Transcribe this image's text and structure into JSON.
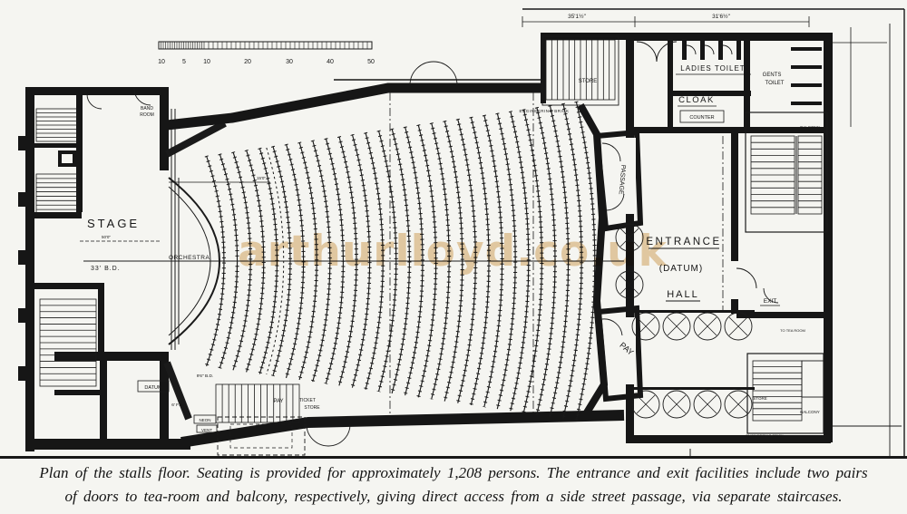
{
  "watermark": "arthurlloyd.co.uk",
  "caption": {
    "line1": "Plan of the stalls floor.  Seating is provided for approximately 1,208 persons.  The entrance and exit facilities include two pairs",
    "line2": "of doors to tea-room and balcony, respectively, giving direct access from a side street passage, via separate staircases."
  },
  "scale_bar": {
    "labels": [
      "10",
      "5",
      "10",
      "20",
      "30",
      "40",
      "50"
    ]
  },
  "labels": {
    "stage": "STAGE",
    "stage_depth": "33' B.D.",
    "stage_dim": "50'0\"",
    "orchestra": "ORCHESTRA",
    "band_room_line1": "BAND",
    "band_room_line2": "ROOM",
    "store_top": "STORE",
    "eng_brick_top": "ENGINEERING BRICK",
    "eng_brick_bottom": "ENGINEERING BRICK",
    "passage": "PASSAGE",
    "pay_box_office": "PAY",
    "pay_left": "PAY",
    "ticket_line1": "TICKET",
    "ticket_line2": "STORE",
    "entrance": "ENTRANCE",
    "datum": "(DATUM)",
    "hall": "HALL",
    "ladies_toilet": "LADIES TOILET",
    "cloak": "CLOAK",
    "counter": "COUNTER",
    "gents_line1": "GENTS",
    "gents_line2": "TOILET",
    "exit": "EXIT",
    "balcony_upper": "BALCONY",
    "to_tea_room": "TO TEA ROOM",
    "store_right": "STORE",
    "balcony_lower": "BALCONY",
    "datum_box": "DATUM",
    "dim_9_6": "9'6\" B.D.",
    "dim_6fd": "6' F.D.",
    "neon": "NEON",
    "vent": "VENT",
    "dim_15": "15'0\""
  },
  "dimensions": {
    "top_left": "35'1½\"",
    "top_right": "31'6½\""
  }
}
